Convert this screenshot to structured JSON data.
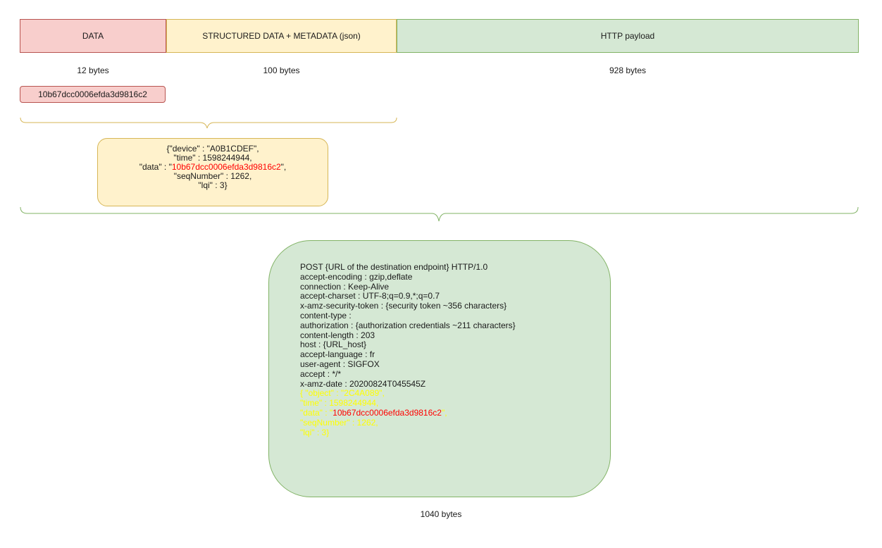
{
  "segments": {
    "data": "DATA",
    "structured": "STRUCTURED DATA + METADATA (json)",
    "http": "HTTP payload"
  },
  "sizes": {
    "data": "12 bytes",
    "structured": "100 bytes",
    "http": "928 bytes",
    "total": "1040 bytes"
  },
  "hex_value": "10b67dcc0006efda3d9816c2",
  "json_block": {
    "line1": "{\"device\" : \"A0B1CDEF\",",
    "line2": "\"time\" : 1598244944,",
    "line3_prefix": "\"data\" : \"",
    "line3_value": "10b67dcc0006efda3d9816c2",
    "line3_suffix": "\",",
    "line4": "\"seqNumber\" : 1262,",
    "line5": "\"lqi\" : 3}"
  },
  "http_block": {
    "headers": [
      "POST {URL of the destination endpoint} HTTP/1.0",
      "accept-encoding : gzip,deflate",
      "connection : Keep-Alive",
      "accept-charset : UTF-8;q=0.9,*;q=0.7",
      "x-amz-security-token : {security token ~356 characters}",
      "content-type :",
      "authorization : {authorization credentials ~211 characters}",
      "content-length : 203",
      "host : {URL_host}",
      "accept-language : fr",
      "user-agent : SIGFOX",
      "accept : */*",
      "x-amz-date : 20200824T045545Z"
    ],
    "body_line1": "{ \"object\" : \"2C4A089\",",
    "body_line2": "\"time\" : 1598244944,",
    "body_line3_prefix": "\"data\" : \"",
    "body_line3_value": "10b67dcc0006efda3d9816c2",
    "body_line3_suffix": "\",",
    "body_line4": "\"seqNumber\" : 1262,",
    "body_line5": "\"lqi\" : 3}"
  },
  "colors": {
    "data_fill": "#f8cecc",
    "structured_fill": "#fff2cc",
    "http_fill": "#d5e8d4",
    "highlight_red": "#ff0000",
    "highlight_yellow": "#ffff00"
  }
}
